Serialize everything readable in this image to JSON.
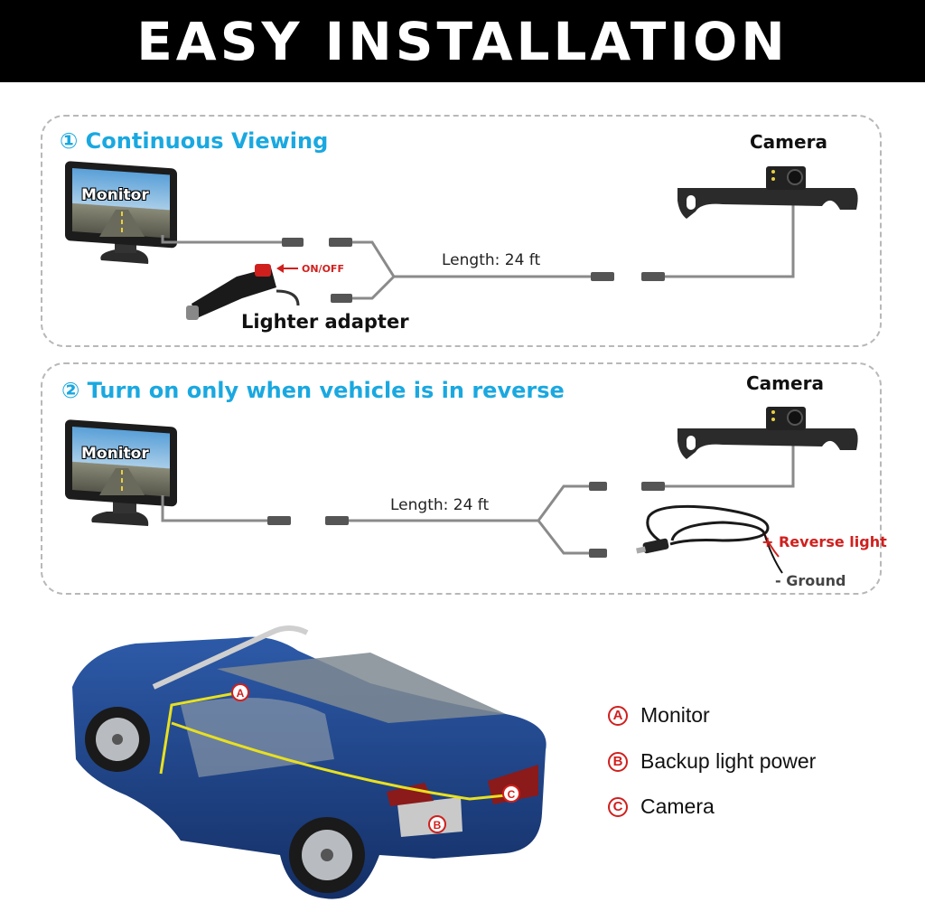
{
  "title": "EASY INSTALLATION",
  "colors": {
    "heading": "#1aa8e0",
    "accent_red": "#d0201e",
    "cable": "#8a8a8a",
    "car_body": "#1d3f86"
  },
  "section1": {
    "heading": "① Continuous Viewing",
    "monitor_label": "Monitor",
    "camera_label": "Camera",
    "length_label": "Length: 24 ft",
    "switch_label": "ON/OFF",
    "adapter_label": "Lighter adapter"
  },
  "section2": {
    "heading": "② Turn on only when vehicle is in reverse",
    "monitor_label": "Monitor",
    "camera_label": "Camera",
    "length_label": "Length: 24 ft",
    "reverse_label": "+ Reverse light",
    "ground_label": "- Ground"
  },
  "car_markers": {
    "a": "A",
    "b": "B",
    "c": "C"
  },
  "legend": [
    {
      "badge": "A",
      "text": "Monitor"
    },
    {
      "badge": "B",
      "text": "Backup light power"
    },
    {
      "badge": "C",
      "text": "Camera"
    }
  ]
}
